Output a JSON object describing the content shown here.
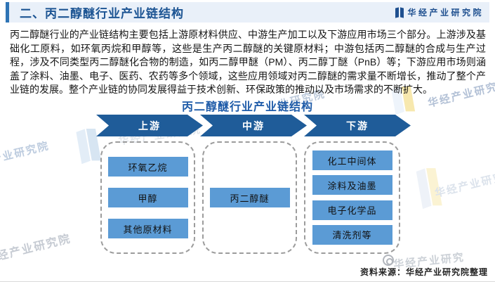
{
  "header": {
    "title": "二、丙二醇醚行业产业链结构",
    "logo_text": "华经产业研究院"
  },
  "intro_paragraph": "丙二醇醚行业的产业链结构主要包括上游原材料供应、中游生产加工以及下游应用市场三个部分。上游涉及基础化工原料，如环氧丙烷和甲醇等，这些是生产丙二醇醚的关键原材料；中游包括丙二醇醚的合成与生产过程，涉及不同类型丙二醇醚化合物的制造，如丙二醇甲醚（PM）、丙二醇丁醚（PnB）等；下游应用市场则涵盖了涂料、油墨、电子、医药、农药等多个领域，这些应用领域对丙二醇醚的需求量不断增长，推动了整个产业链的发展。整个产业链的协同发展得益于技术创新、环保政策的推动以及市场需求的不断扩大。",
  "diagram": {
    "title": "丙二醇醚行业产业链结构",
    "stages": [
      {
        "label": "上游",
        "items": [
          "环氧乙烷",
          "甲醇",
          "其他原材料"
        ]
      },
      {
        "label": "中游",
        "items": [
          "丙二醇醚"
        ]
      },
      {
        "label": "下游",
        "items": [
          "化工中间体",
          "涂料及油墨",
          "电子化学品",
          "清洗剂等"
        ]
      }
    ]
  },
  "footer": {
    "source": "资料来源：华经产业研究院整理"
  },
  "watermarks": [
    {
      "text": "业研究院"
    },
    {
      "text": "华经产业研究"
    },
    {
      "text": "华经产业研究院"
    },
    {
      "text": "产业研究院"
    },
    {
      "text": "华经产业研究"
    },
    {
      "text": "经产业研究院"
    },
    {
      "text": "华经产业研究"
    }
  ],
  "icons": {
    "logo_book": "open-book-icon",
    "weibo": "weibo-eye-icon"
  },
  "colors": {
    "accent_blue": "#2e74b5",
    "title_blue": "#1c5493",
    "diagram_title_blue": "#1e5ba8",
    "arrow_blue": "#1f5c99",
    "item_blue": "#5b9bd5",
    "band_bg": "#e9f0f9"
  }
}
